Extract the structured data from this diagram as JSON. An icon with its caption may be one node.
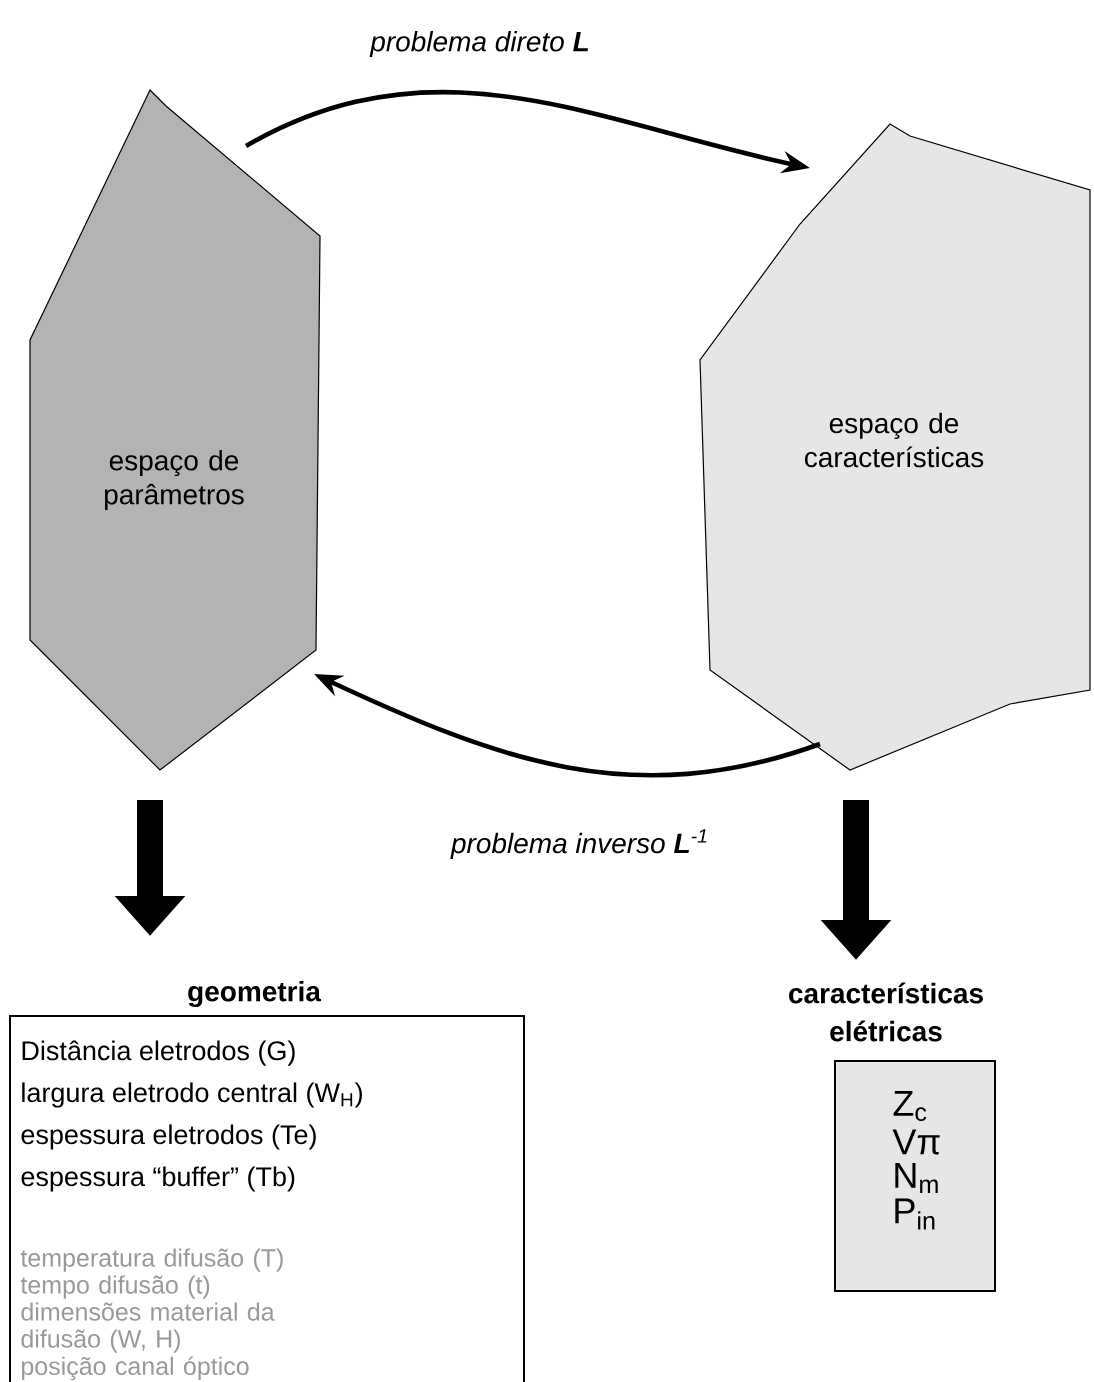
{
  "diagram": {
    "nodes": [
      {
        "text": [
          "espaço de parâmetros"
        ]
      },
      {
        "text": [
          "espaço de características"
        ]
      },
      {
        "text": [
          "geometria",
          "Distância eletrodos (G)",
          "largura eletrodo central (W$_{H}$)",
          "espessura eletrodos (Te)",
          "espessura “buffer” (Tb)",
          "temperatura difusão (T)",
          "tempo difusão (t)",
          "dimensões material da difusão (W, H)",
          "posição canal óptico"
        ]
      },
      {
        "text": [
          "características elétricas",
          "Z$_{c}$",
          "Vπ",
          "N$_{m}$",
          "P$_{in}$"
        ]
      }
    ],
    "edges": [
      {
        "from": 0,
        "to": 1,
        "arrow": "to",
        "label": "problema direto **L**"
      },
      {
        "from": 1,
        "to": 0,
        "arrow": "to",
        "label": "problema inverso **L**$^{-1}$"
      },
      {
        "from": 0,
        "to": 2,
        "arrow": "to",
        "style": "thick"
      },
      {
        "from": 1,
        "to": 3,
        "arrow": "to",
        "style": "thick"
      }
    ]
  }
}
